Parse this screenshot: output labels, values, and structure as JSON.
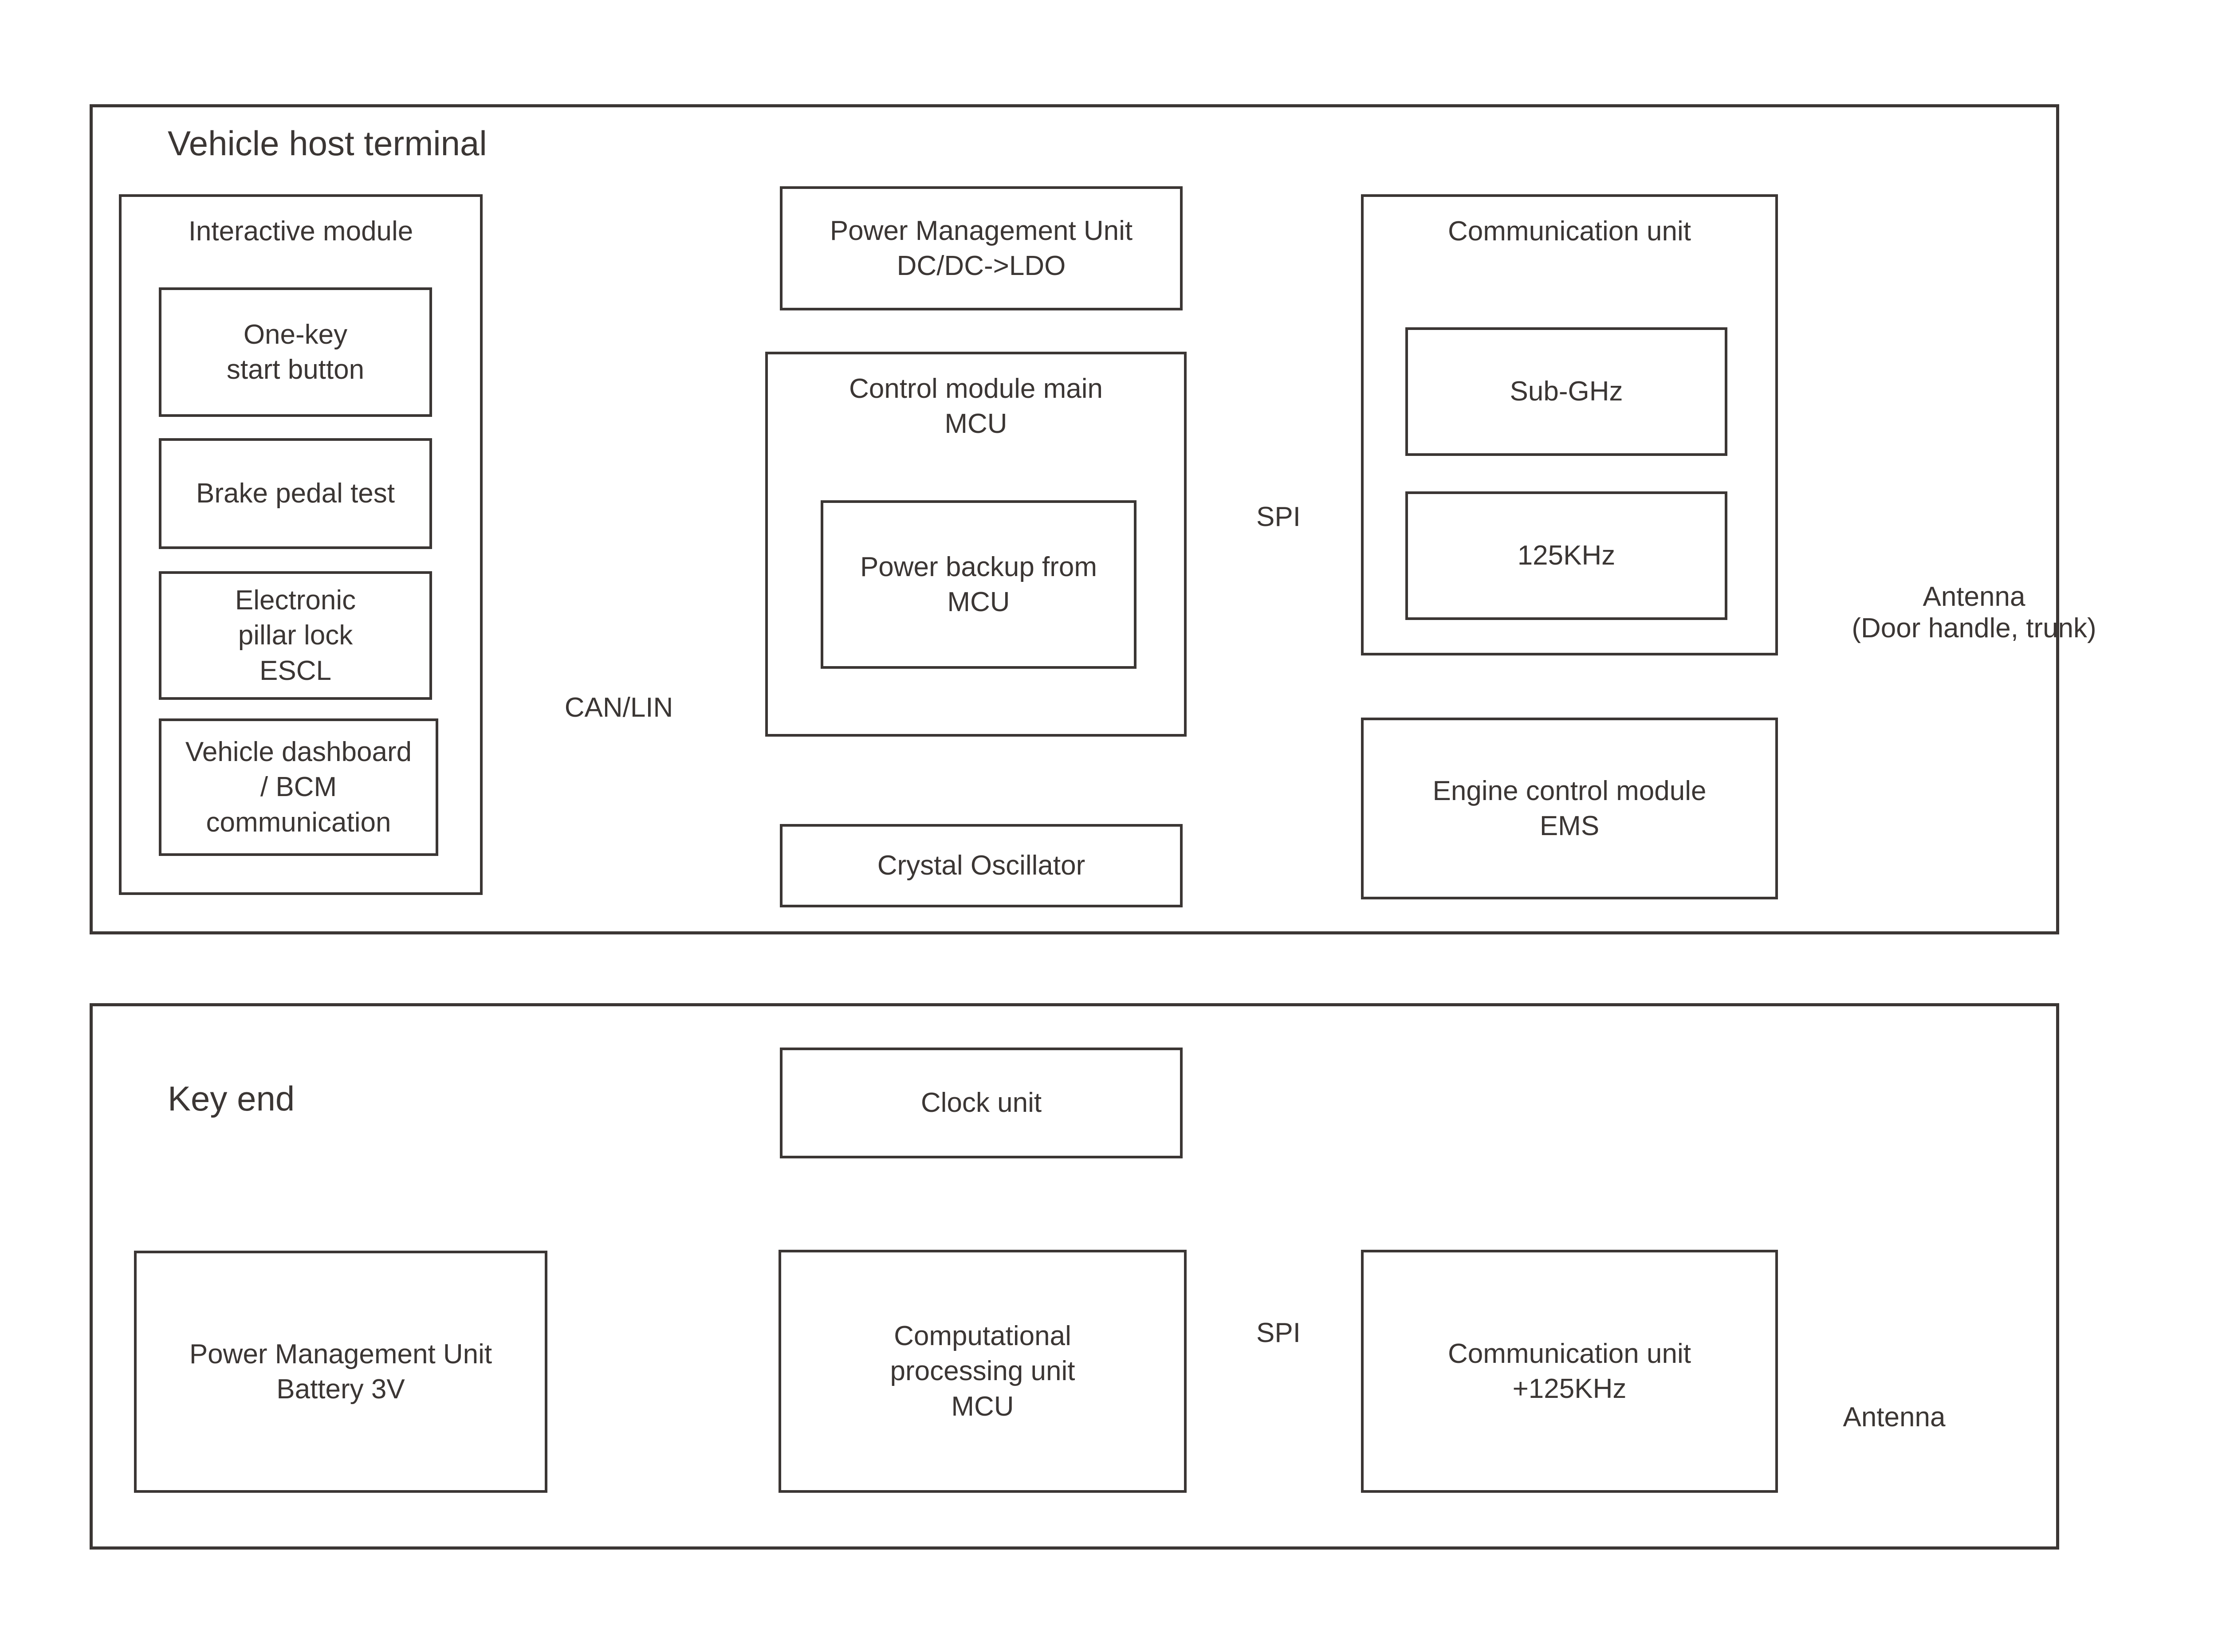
{
  "diagram": {
    "title_top": "Vehicle host terminal",
    "title_bottom": "Key end",
    "stroke_color": "#3b3634",
    "background_color": "#ffffff"
  },
  "vehicle_host_terminal": {
    "panel_title": "Vehicle host terminal",
    "interactive_module": {
      "group_label": "Interactive module",
      "items": [
        {
          "label": "One-key\nstart button"
        },
        {
          "label": "Brake pedal test"
        },
        {
          "label": "Electronic\npillar lock\nESCL"
        },
        {
          "label": "Vehicle dashboard\n/ BCM\ncommunication"
        }
      ]
    },
    "power_management_unit": {
      "label": "Power Management Unit\nDC/DC->LDO"
    },
    "control_module": {
      "label": "Control module main\nMCU",
      "inner": {
        "label": "Power backup from\nMCU"
      }
    },
    "crystal_oscillator": {
      "label": "Crystal Oscillator"
    },
    "communication_unit": {
      "group_label": "Communication unit",
      "radios": [
        {
          "label": "Sub-GHz"
        },
        {
          "label": "125KHz"
        }
      ]
    },
    "engine_control_module": {
      "label": "Engine control module\nEMS"
    },
    "antenna": {
      "label": "Antenna\n(Door handle, trunk)",
      "icon": "wifi-antenna-icon"
    },
    "bus_labels": {
      "spi": "SPI",
      "can_lin": "CAN/LIN"
    }
  },
  "key_end": {
    "panel_title": "Key end",
    "power_management_unit": {
      "label": "Power Management Unit\nBattery 3V"
    },
    "clock_unit": {
      "label": "Clock unit"
    },
    "computational_processing_unit": {
      "label": "Computational\nprocessing unit\nMCU"
    },
    "communication_unit": {
      "label": "Communication unit\n+125KHz"
    },
    "antenna": {
      "label": "Antenna",
      "icon": "wifi-antenna-icon"
    },
    "bus_labels": {
      "spi": "SPI"
    }
  }
}
